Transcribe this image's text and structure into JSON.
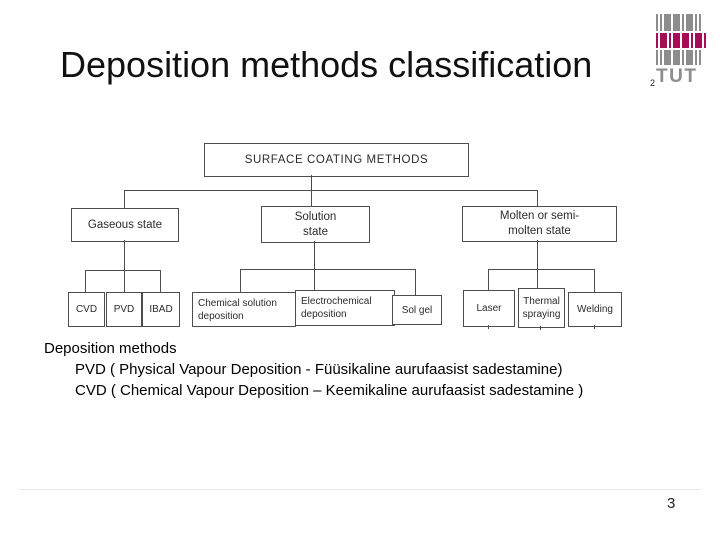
{
  "slide": {
    "title": "Deposition methods classification",
    "corner_mark": "2",
    "page_number": "3"
  },
  "logo": {
    "text": "TUT",
    "bar_color_gray": "#8d8d8d",
    "bar_color_magenta": "#a50d56"
  },
  "diagram": {
    "border_color": "#4d4d4d",
    "root_label": "SURFACE COATING METHODS",
    "level2": {
      "gaseous": [
        "Gaseous state"
      ],
      "solution": [
        "Solution",
        "state"
      ],
      "molten": [
        "Molten or semi-",
        "molten state"
      ]
    },
    "level3": {
      "gaseous": {
        "cvd": [
          "CVD"
        ],
        "pvd": [
          "PVD"
        ],
        "ibad": [
          "IBAD"
        ]
      },
      "solution": {
        "chemical": [
          "Chemical solution",
          "deposition"
        ],
        "electrochemical": [
          "Electrochemical",
          "deposition"
        ],
        "solgel": [
          "Sol gel"
        ]
      },
      "molten": {
        "laser": [
          "Laser"
        ],
        "thermal": [
          "Thermal",
          "spraying"
        ],
        "welding": [
          "Welding"
        ]
      }
    }
  },
  "notes": {
    "heading": "Deposition methods",
    "line_pvd": "PVD ( Physical Vapour Deposition - Füüsikaline aurufaasist sadestamine)",
    "line_cvd": "CVD ( Chemical Vapour Deposition – Keemikaline aurufaasist sadestamine )"
  }
}
